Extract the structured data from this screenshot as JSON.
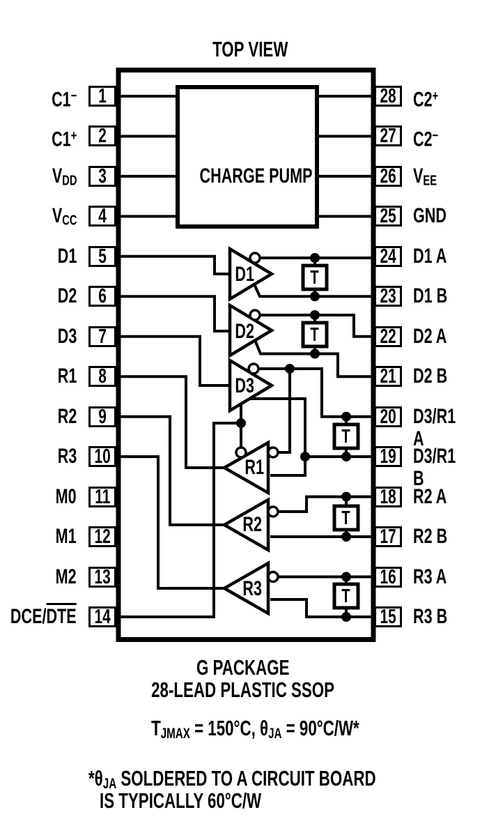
{
  "title": "TOP VIEW",
  "charge_pump_label": "CHARGE PUMP",
  "termination_label": "T",
  "ink_color": "#000000",
  "drivers": [
    "D1",
    "D2",
    "D3"
  ],
  "receivers": [
    "R1",
    "R2",
    "R3"
  ],
  "pins_left": [
    {
      "number": "1",
      "label": [
        {
          "t": "C1"
        },
        {
          "t": "−",
          "s": "sup"
        }
      ]
    },
    {
      "number": "2",
      "label": [
        {
          "t": "C1"
        },
        {
          "t": "+",
          "s": "sup"
        }
      ]
    },
    {
      "number": "3",
      "label": [
        {
          "t": "V"
        },
        {
          "t": "DD",
          "s": "sub"
        }
      ]
    },
    {
      "number": "4",
      "label": [
        {
          "t": "V"
        },
        {
          "t": "CC",
          "s": "sub"
        }
      ]
    },
    {
      "number": "5",
      "label": [
        {
          "t": "D1"
        }
      ]
    },
    {
      "number": "6",
      "label": [
        {
          "t": "D2"
        }
      ]
    },
    {
      "number": "7",
      "label": [
        {
          "t": "D3"
        }
      ]
    },
    {
      "number": "8",
      "label": [
        {
          "t": "R1"
        }
      ]
    },
    {
      "number": "9",
      "label": [
        {
          "t": "R2"
        }
      ]
    },
    {
      "number": "10",
      "label": [
        {
          "t": "R3"
        }
      ]
    },
    {
      "number": "11",
      "label": [
        {
          "t": "M0"
        }
      ]
    },
    {
      "number": "12",
      "label": [
        {
          "t": "M1"
        }
      ]
    },
    {
      "number": "13",
      "label": [
        {
          "t": "M2"
        }
      ]
    },
    {
      "number": "14",
      "label": [
        {
          "t": "DCE/"
        },
        {
          "t": "DTE",
          "s": "ovl"
        }
      ]
    }
  ],
  "pins_right": [
    {
      "number": "28",
      "label": [
        {
          "t": "C2"
        },
        {
          "t": "+",
          "s": "sup"
        }
      ]
    },
    {
      "number": "27",
      "label": [
        {
          "t": "C2"
        },
        {
          "t": "−",
          "s": "sup"
        }
      ]
    },
    {
      "number": "26",
      "label": [
        {
          "t": "V"
        },
        {
          "t": "EE",
          "s": "sub"
        }
      ]
    },
    {
      "number": "25",
      "label": [
        {
          "t": "GND"
        }
      ]
    },
    {
      "number": "24",
      "label": [
        {
          "t": "D1 A"
        }
      ]
    },
    {
      "number": "23",
      "label": [
        {
          "t": "D1 B"
        }
      ]
    },
    {
      "number": "22",
      "label": [
        {
          "t": "D2 A"
        }
      ]
    },
    {
      "number": "21",
      "label": [
        {
          "t": "D2 B"
        }
      ]
    },
    {
      "number": "20",
      "label": [
        {
          "t": "D3/R1 A"
        }
      ]
    },
    {
      "number": "19",
      "label": [
        {
          "t": "D3/R1 B"
        }
      ]
    },
    {
      "number": "18",
      "label": [
        {
          "t": "R2 A"
        }
      ]
    },
    {
      "number": "17",
      "label": [
        {
          "t": "R2 B"
        }
      ]
    },
    {
      "number": "16",
      "label": [
        {
          "t": "R3 A"
        }
      ]
    },
    {
      "number": "15",
      "label": [
        {
          "t": "R3 B"
        }
      ]
    }
  ],
  "footer": {
    "package_name": "G PACKAGE",
    "package_desc": "28-LEAD PLASTIC SSOP",
    "thermal": [
      {
        "t": "T"
      },
      {
        "t": "JMAX",
        "s": "sub"
      },
      {
        "t": " = 150°C, θ"
      },
      {
        "t": "JA",
        "s": "sub"
      },
      {
        "t": " = 90°C/W*"
      }
    ],
    "note_line1": [
      {
        "t": "*θ"
      },
      {
        "t": "JA",
        "s": "sub"
      },
      {
        "t": " SOLDERED TO A CIRCUIT BOARD"
      }
    ],
    "note_line2": "IS TYPICALLY 60°C/W"
  }
}
